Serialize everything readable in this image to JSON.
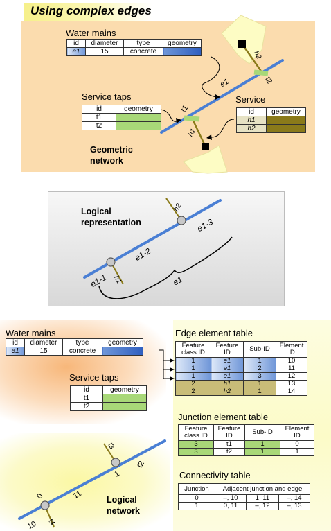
{
  "title": "Using complex edges",
  "geometric": {
    "water_mains_label": "Water mains",
    "water_mains_headers": [
      "id",
      "diameter",
      "type",
      "geometry"
    ],
    "water_mains_row": [
      "e1",
      "15",
      "concrete",
      ""
    ],
    "service_taps_label": "Service taps",
    "service_taps_headers": [
      "id",
      "geometry"
    ],
    "service_taps_rows": [
      [
        "t1",
        ""
      ],
      [
        "t2",
        ""
      ]
    ],
    "service_label": "Service",
    "service_headers": [
      "id",
      "geometry"
    ],
    "service_rows": [
      [
        "h1",
        ""
      ],
      [
        "h2",
        ""
      ]
    ],
    "network_label_line1": "Geometric",
    "network_label_line2": "network",
    "labels": {
      "e1": "e1",
      "t1": "t1",
      "t2": "t2",
      "h1": "h1",
      "h2": "h2"
    }
  },
  "logical_rep": {
    "label_line1": "Logical",
    "label_line2": "representation",
    "labels": {
      "h2": "h2",
      "e1_3": "e1-3",
      "e1_2": "e1-2",
      "e1_1": "e1-1",
      "h1": "h1",
      "e1": "e1"
    }
  },
  "bottom_left": {
    "water_mains_label": "Water mains",
    "water_mains_headers": [
      "id",
      "diameter",
      "type",
      "geometry"
    ],
    "water_mains_row": [
      "e1",
      "15",
      "concrete",
      ""
    ],
    "service_taps_label": "Service taps",
    "service_taps_headers": [
      "id",
      "geometry"
    ],
    "service_taps_rows": [
      [
        "t1",
        ""
      ],
      [
        "t2",
        ""
      ]
    ]
  },
  "logical_network": {
    "label_line1": "Logical",
    "label_line2": "network",
    "labels": {
      "n0": "0",
      "n1": "1",
      "e10": "10",
      "e11": "11",
      "t2": "t2",
      "t3": "t3",
      "t4": "t4"
    }
  },
  "edge_table": {
    "title": "Edge element table",
    "headers": [
      "Feature class ID",
      "Feature ID",
      "Sub-ID",
      "Element ID"
    ],
    "rows": [
      [
        "1",
        "e1",
        "1",
        "10"
      ],
      [
        "1",
        "e1",
        "2",
        "11"
      ],
      [
        "1",
        "e1",
        "3",
        "12"
      ],
      [
        "2",
        "h1",
        "1",
        "13"
      ],
      [
        "2",
        "h2",
        "1",
        "14"
      ]
    ]
  },
  "junction_table": {
    "title": "Junction element table",
    "headers": [
      "Feature class ID",
      "Feature ID",
      "Sub-ID",
      "Element ID"
    ],
    "rows": [
      [
        "3",
        "t1",
        "1",
        "0"
      ],
      [
        "3",
        "t2",
        "1",
        "1"
      ]
    ]
  },
  "connectivity_table": {
    "title": "Connectivity table",
    "headers": [
      "Junction",
      "Adjacent junction and edge"
    ],
    "rows": [
      [
        "0",
        "–, 10",
        "1, 11",
        "–, 14"
      ],
      [
        "1",
        "0, 11",
        "–, 12",
        "–, 13"
      ]
    ]
  },
  "colors": {
    "main_line": "#4a7fd4",
    "service_line": "#8a7a1a",
    "tap_green": "#a8d878"
  }
}
